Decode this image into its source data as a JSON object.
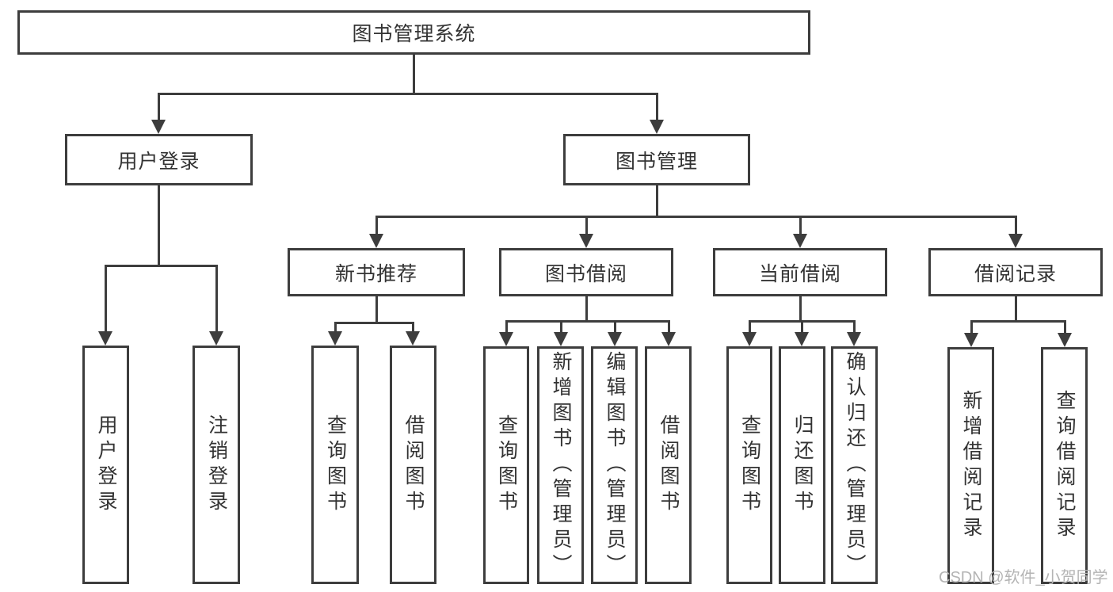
{
  "diagram": {
    "root": {
      "label": "图书管理系统"
    },
    "branches": [
      {
        "label": "用户登录",
        "children": [
          {
            "label": "用户登录"
          },
          {
            "label": "注销登录"
          }
        ]
      },
      {
        "label": "图书管理",
        "groups": [
          {
            "label": "新书推荐",
            "children": [
              {
                "label": "查询图书"
              },
              {
                "label": "借阅图书"
              }
            ]
          },
          {
            "label": "图书借阅",
            "children": [
              {
                "label": "查询图书"
              },
              {
                "label": "新增图书（管理员）"
              },
              {
                "label": "编辑图书（管理员）"
              },
              {
                "label": "借阅图书"
              }
            ]
          },
          {
            "label": "当前借阅",
            "children": [
              {
                "label": "查询图书"
              },
              {
                "label": "归还图书"
              },
              {
                "label": "确认归还（管理员）"
              }
            ]
          },
          {
            "label": "借阅记录",
            "children": [
              {
                "label": "新增借阅记录"
              },
              {
                "label": "查询借阅记录"
              }
            ]
          }
        ]
      }
    ],
    "watermark": "CSDN @软件_小贺同学",
    "colors": {
      "line": "#3d3d3d",
      "text": "#333333",
      "watermark": "#b4b4b4"
    }
  }
}
